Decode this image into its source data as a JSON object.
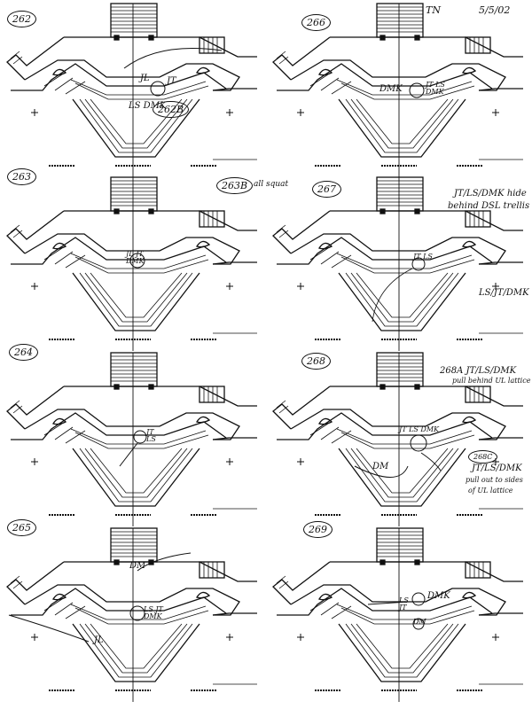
{
  "header": {
    "initials": "TN",
    "date": "5/5/02"
  },
  "panels": [
    {
      "id": "262",
      "notes": [
        "JT",
        "JL",
        "LS DMK",
        "262B"
      ]
    },
    {
      "id": "266",
      "notes": [
        "DMK",
        "JT LS DMK"
      ]
    },
    {
      "id": "263",
      "notes": [
        "263B",
        "all squat",
        "JL JT DMK"
      ]
    },
    {
      "id": "267",
      "notes": [
        "JT/LS/DMK hide",
        "behind DSL trellis",
        "JT LS",
        "LS/JT/DMK"
      ]
    },
    {
      "id": "264",
      "notes": [
        "JT LS"
      ]
    },
    {
      "id": "268",
      "notes": [
        "268A JT/LS/DMK",
        "pull behind UL lattice",
        "JT LS DMK",
        "DM",
        "268C",
        "JT/LS/DMK",
        "pull out to sides",
        "of UL lattice"
      ]
    },
    {
      "id": "265",
      "notes": [
        "DM",
        "LS JT DMK",
        "JL"
      ]
    },
    {
      "id": "269",
      "notes": [
        "DMK",
        "LS JT",
        "DM"
      ]
    }
  ]
}
